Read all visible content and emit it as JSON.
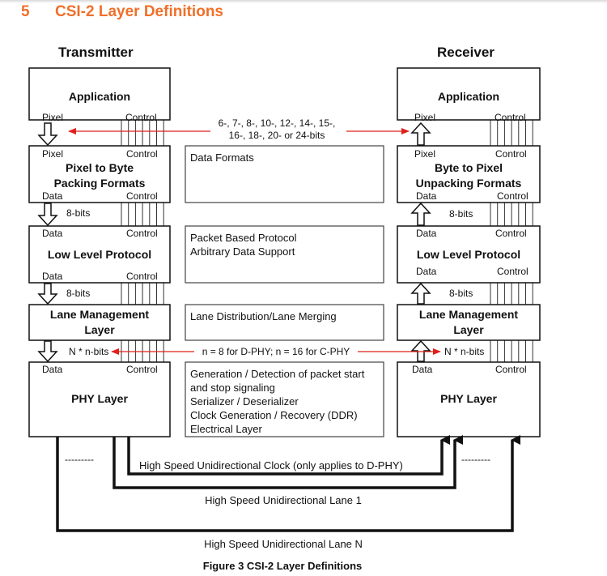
{
  "section": {
    "number": "5",
    "title": "CSI-2 Layer Definitions",
    "color": "#f0702a"
  },
  "columns": {
    "transmitter": "Transmitter",
    "receiver": "Receiver"
  },
  "transmitter": {
    "application": {
      "title": "Application",
      "left_port": "Pixel",
      "right_port": "Control"
    },
    "packing": {
      "title_line1": "Pixel to Byte",
      "title_line2": "Packing Formats",
      "top_left": "Pixel",
      "top_right": "Control",
      "bottom_left": "Data",
      "bottom_right": "Control"
    },
    "llp": {
      "title": "Low Level Protocol",
      "top_left": "Data",
      "top_right": "Control",
      "bottom_left": "Data",
      "bottom_right": "Control"
    },
    "lane_mgmt": {
      "title_line1": "Lane Management",
      "title_line2": "Layer"
    },
    "phy": {
      "title": "PHY Layer",
      "top_left": "Data",
      "top_right": "Control"
    },
    "bus_8bits_1": "8-bits",
    "bus_8bits_2": "8-bits",
    "bus_nbits": "N * n-bits"
  },
  "receiver": {
    "application": {
      "title": "Application",
      "left_port": "Pixel",
      "right_port": "Control"
    },
    "unpacking": {
      "title_line1": "Byte to Pixel",
      "title_line2": "Unpacking Formats",
      "top_left": "Pixel",
      "top_right": "Control",
      "bottom_left": "Data",
      "bottom_right": "Control"
    },
    "llp": {
      "title": "Low Level Protocol",
      "top_left": "Data",
      "top_right": "Control",
      "bottom_left": "Data",
      "bottom_right": "Control"
    },
    "lane_mgmt": {
      "title_line1": "Lane Management",
      "title_line2": "Layer"
    },
    "phy": {
      "title": "PHY Layer",
      "top_left": "Data",
      "top_right": "Control"
    },
    "bus_8bits_1": "8-bits",
    "bus_8bits_2": "8-bits",
    "bus_nbits": "N * n-bits"
  },
  "annotations": {
    "pixel_bits_line1": "6-, 7-, 8-, 10-, 12-, 14-, 15-,",
    "pixel_bits_line2": "16-, 18-, 20- or 24-bits",
    "lane_bits": "n =  8  for D-PHY; n = 16 for C-PHY",
    "arrow_color": "#e0201b"
  },
  "descriptions": {
    "data_formats": [
      "Data Formats"
    ],
    "llp": [
      "Packet Based Protocol",
      "Arbitrary Data Support"
    ],
    "lane_mgmt": [
      "Lane Distribution/Lane Merging"
    ],
    "phy": [
      "Generation / Detection of packet start",
      "and stop signaling",
      "Serializer / Deserializer",
      "Clock Generation / Recovery (DDR)",
      "Electrical Layer"
    ]
  },
  "links": {
    "clock": "High Speed Unidirectional Clock (only applies to D-PHY)",
    "lane1": "High Speed Unidirectional Lane 1",
    "laneN": "High Speed Unidirectional Lane N",
    "ellipsis": "---------"
  },
  "caption": "Figure 3 CSI-2 Layer Definitions"
}
